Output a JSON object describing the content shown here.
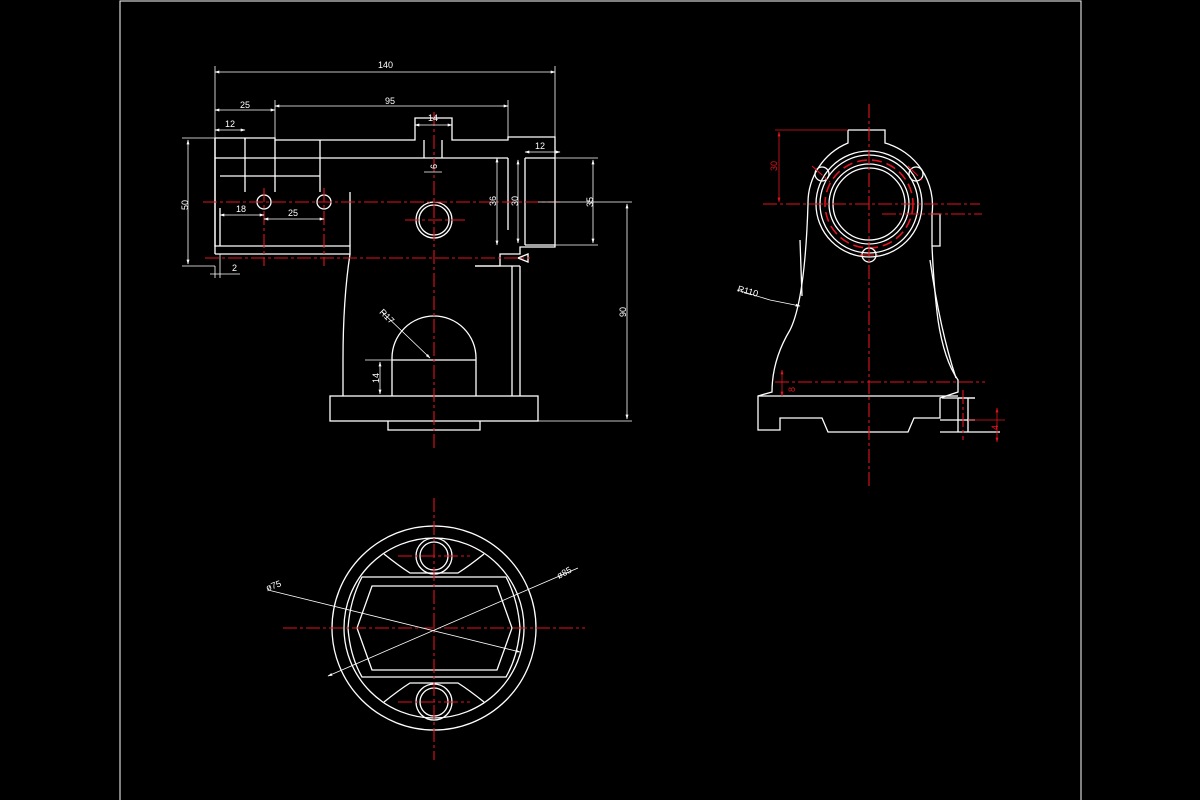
{
  "front_view": {
    "dims": {
      "overall_width": "140",
      "left_offset": "25",
      "span": "95",
      "left_step": "12",
      "slot_width": "14",
      "right_step": "12",
      "height_50": "50",
      "height_36": "36",
      "height_30": "30",
      "height_35": "35",
      "hole_spacing_a": "18",
      "hole_spacing_b": "25",
      "small_offset": "2",
      "slot_depth": "6",
      "total_height": "90",
      "arch_radius": "R17",
      "arch_height": "14"
    }
  },
  "side_view": {
    "dims": {
      "top_height": "30",
      "body_radius": "R110",
      "base_step": "8",
      "base_thickness": "4"
    }
  },
  "bottom_view": {
    "dims": {
      "inner_dia": "ø75",
      "outer_dia": "ø85"
    }
  }
}
